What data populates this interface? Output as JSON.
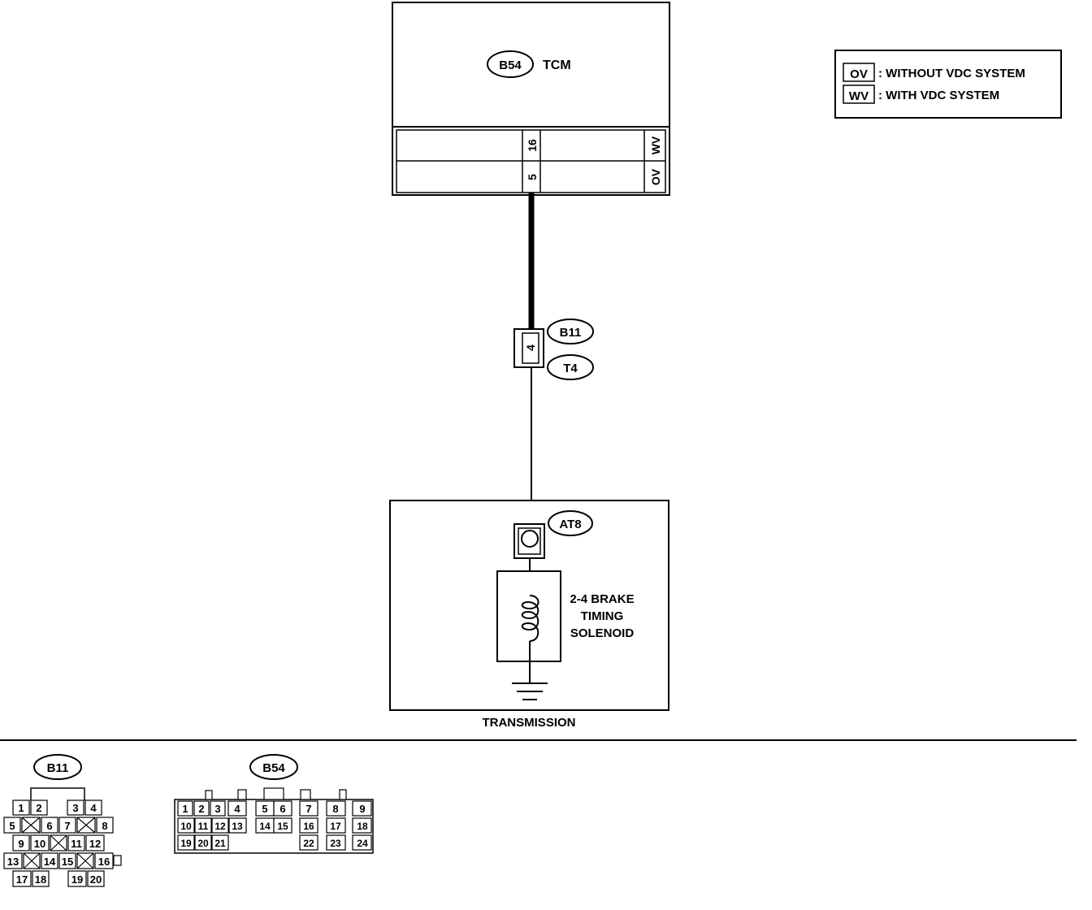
{
  "tcm": {
    "connector_id": "B54",
    "name": "TCM",
    "pin_upper": "16",
    "pin_lower": "5",
    "variant_upper": "WV",
    "variant_lower": "OV"
  },
  "legend": {
    "items": [
      {
        "code": "OV",
        "desc": ": WITHOUT VDC SYSTEM"
      },
      {
        "code": "WV",
        "desc": ": WITH VDC SYSTEM"
      }
    ]
  },
  "joint": {
    "connector_a": "B11",
    "connector_b": "T4",
    "pin": "4"
  },
  "transmission": {
    "label": "TRANSMISSION",
    "connector_id": "AT8",
    "solenoid_line1": "2-4 BRAKE",
    "solenoid_line2": "TIMING",
    "solenoid_line3": "SOLENOID"
  },
  "connector_b11": {
    "id": "B11",
    "row1": [
      "1",
      "2",
      "3",
      "4"
    ],
    "row2": [
      "5",
      "6",
      "7",
      "8"
    ],
    "row3": [
      "9",
      "10",
      "11",
      "12"
    ],
    "row4": [
      "13",
      "14",
      "15",
      "16"
    ],
    "row5": [
      "17",
      "18",
      "19",
      "20"
    ]
  },
  "connector_b54": {
    "id": "B54",
    "row1": [
      "1",
      "2",
      "3",
      "4",
      "5",
      "6",
      "7",
      "8",
      "9"
    ],
    "row2": [
      "10",
      "11",
      "12",
      "13",
      "14",
      "15",
      "16",
      "17",
      "18"
    ],
    "row3": [
      "19",
      "20",
      "21",
      "22",
      "23",
      "24"
    ]
  }
}
